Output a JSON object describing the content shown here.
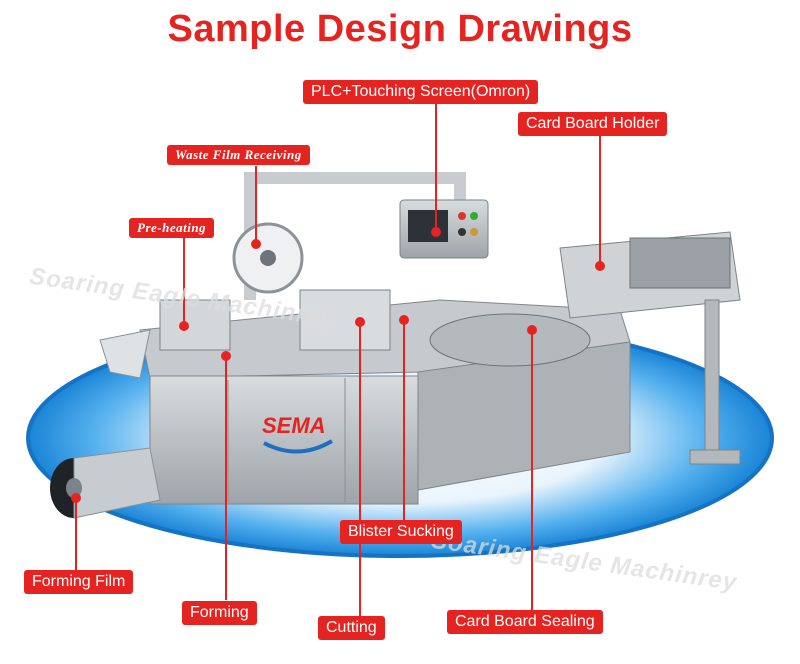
{
  "title": "Sample Design Drawings",
  "labels": {
    "plc": "PLC+Touching Screen(Omron)",
    "card_holder": "Card Board Holder",
    "waste_film": "Waste  Film Receiving",
    "preheating": "Pre-heating",
    "blister_sucking": "Blister Sucking",
    "forming_film": "Forming Film",
    "forming": "Forming",
    "cutting": "Cutting",
    "card_sealing": "Card Board Sealing"
  },
  "watermark": "Soaring Eagle Machinrey",
  "brand": "SEMA",
  "colors": {
    "accent": "#e52421",
    "platform": "#1e8fe0",
    "steel": "#b9bec3"
  }
}
